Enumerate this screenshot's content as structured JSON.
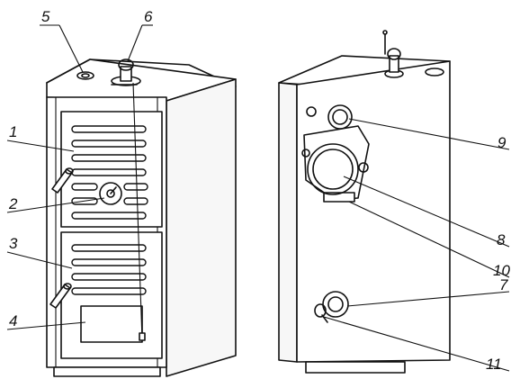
{
  "figure": {
    "front_labels": [
      "1",
      "2",
      "3",
      "4",
      "5",
      "6"
    ],
    "back_labels": [
      "7",
      "8",
      "9",
      "10",
      "11"
    ]
  },
  "colors": {
    "line": "#111111",
    "background": "#ffffff",
    "side_shade": "#f7f7f7"
  }
}
